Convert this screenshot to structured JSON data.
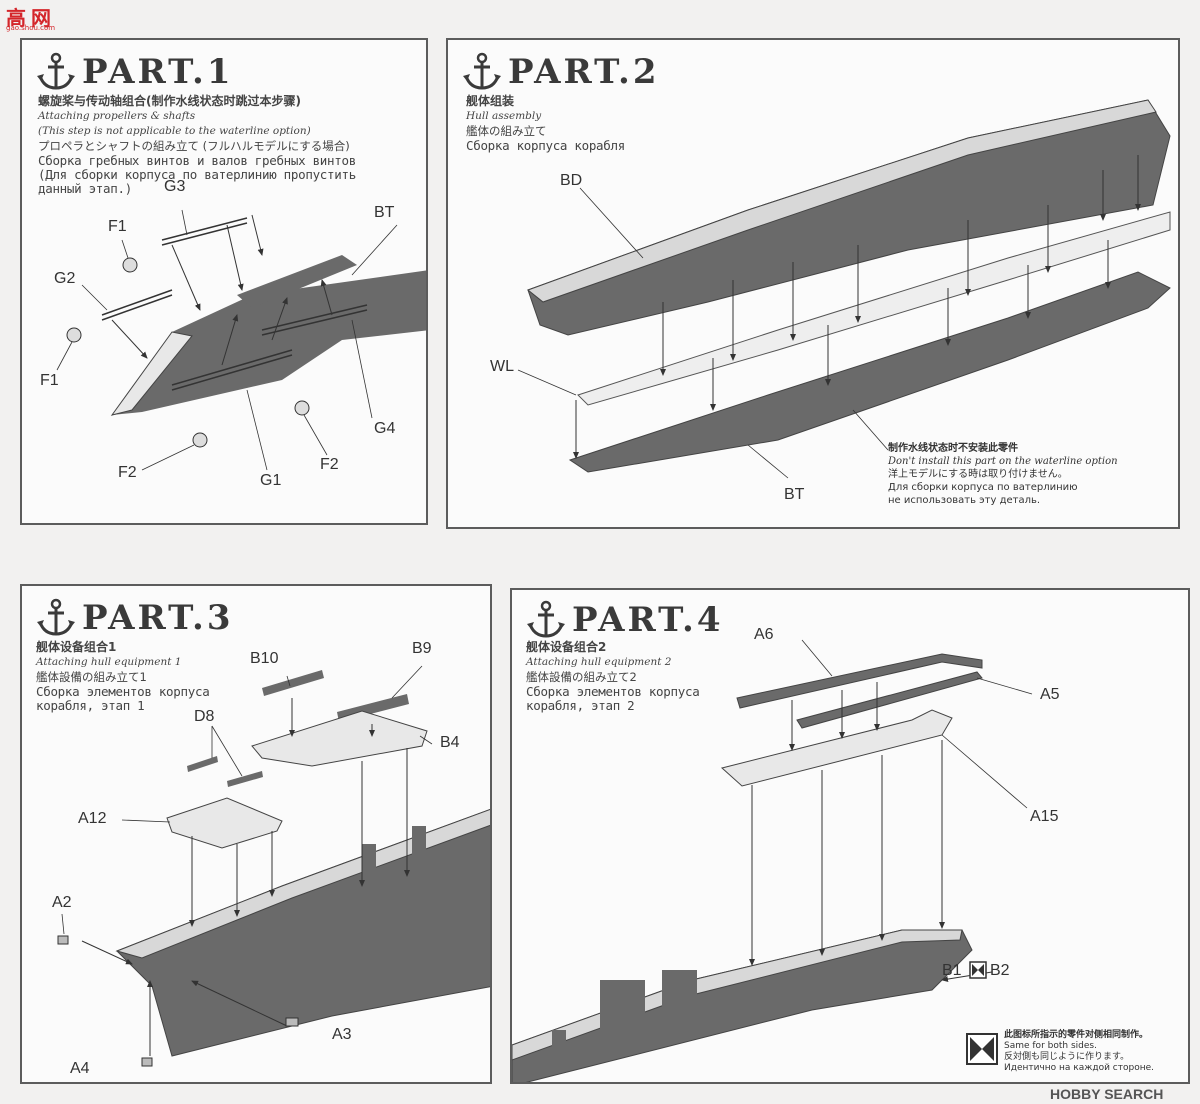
{
  "watermark": {
    "site_logo_cn": "高 网",
    "site_logo_url": "gao.shou.com",
    "hobby_search": "HOBBY SEARCH"
  },
  "colors": {
    "hull": "#6a6a6a",
    "line": "#444444",
    "panel_border": "#5c5c5c"
  },
  "parts": [
    {
      "title": "PART.1",
      "zh": "螺旋桨与传动轴组合(制作水线状态时跳过本步骤)",
      "en1": "Attaching propellers & shafts",
      "en2": "(This step is not applicable to the waterline option)",
      "ja": "プロペラとシャフトの組み立て (フルハルモデルにする場合)",
      "ru1": "Сборка гребных винтов и валов гребных винтов",
      "ru2": "(Для сборки корпуса по ватерлинию пропустить",
      "ru3": "данный этап.)",
      "labels": {
        "g3": "G3",
        "f1a": "F1",
        "g2": "G2",
        "f1b": "F1",
        "bt": "BT",
        "g4": "G4",
        "f2a": "F2",
        "g1": "G1",
        "f2b": "F2"
      }
    },
    {
      "title": "PART.2",
      "zh": "舰体组装",
      "en1": "Hull assembly",
      "ja": "艦体の組み立て",
      "ru1": "Сборка корпуса корабля",
      "labels": {
        "bd": "BD",
        "wl": "WL",
        "bt": "BT"
      },
      "note": {
        "zh": "制作水线状态时不安装此零件",
        "en": "Don't install this part on the waterline option",
        "ja": "洋上モデルにする時は取り付けません。",
        "ru1": "Для сборки корпуса по ватерлинию",
        "ru2": "не использовать эту деталь."
      }
    },
    {
      "title": "PART.3",
      "zh": "舰体设备组合1",
      "en1": "Attaching hull equipment 1",
      "ja": "艦体設備の組み立て1",
      "ru1": "Сборка элементов корпуса",
      "ru2": "корабля, этап 1",
      "labels": {
        "b10": "B10",
        "b9": "B9",
        "d8": "D8",
        "b4": "B4",
        "a12": "A12",
        "a2": "A2",
        "a4": "A4",
        "a3": "A3"
      }
    },
    {
      "title": "PART.4",
      "zh": "舰体设备组合2",
      "en1": "Attaching hull equipment 2",
      "ja": "艦体設備の組み立て2",
      "ru1": "Сборка элементов корпуса",
      "ru2": "корабля, этап 2",
      "labels": {
        "a6": "A6",
        "a5": "A5",
        "a15": "A15",
        "b1": "B1",
        "b2": "B2"
      },
      "note": {
        "zh": "此图标所指示的零件对侧相同制作。",
        "en": "Same for both sides.",
        "ja": "反対側も同じように作ります。",
        "ru1": "Идентично на каждой стороне."
      }
    }
  ]
}
